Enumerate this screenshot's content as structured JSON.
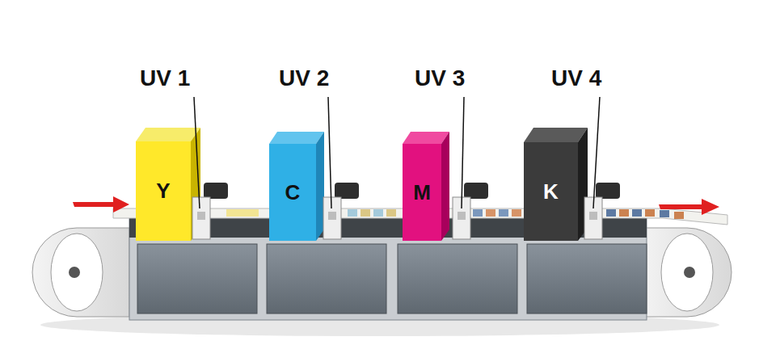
{
  "diagram": {
    "nodes": [
      {
        "text": [
          "Y"
        ]
      },
      {
        "text": [
          "C"
        ]
      },
      {
        "text": [
          "M"
        ]
      },
      {
        "text": [
          "K"
        ]
      }
    ],
    "labels": [
      "UV 1",
      "UV 2",
      "UV 3",
      "UV 4"
    ]
  }
}
